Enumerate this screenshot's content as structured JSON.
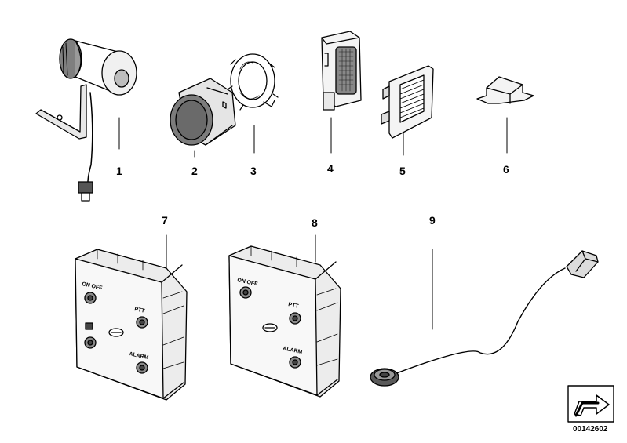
{
  "callouts": [
    "1",
    "2",
    "3",
    "4",
    "5",
    "6",
    "7",
    "8",
    "9"
  ],
  "panel_left": {
    "on_off": "ON OFF",
    "ptt": "PTT",
    "alarm": "ALARM"
  },
  "panel_right": {
    "on_off": "ON OFF",
    "ptt": "PTT",
    "alarm": "ALARM"
  },
  "document_id": "00142602",
  "icons": [
    "horn-icon",
    "grommet-icon",
    "ring-nut-icon",
    "clip-connector-icon",
    "grille-icon",
    "mount-block-icon",
    "control-panel-icon",
    "microphone-cable-icon",
    "next-page-arrow-icon"
  ]
}
